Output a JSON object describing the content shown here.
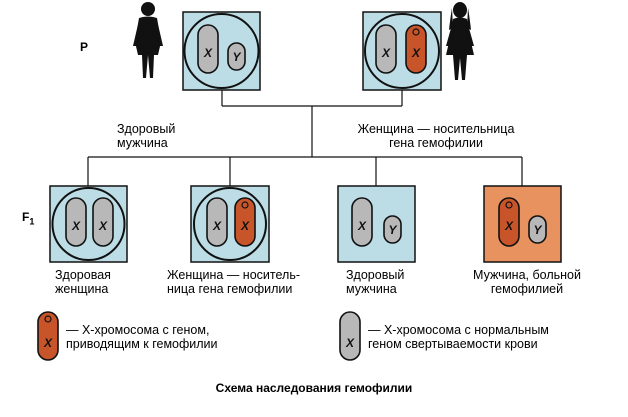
{
  "generation_labels": {
    "parents": "P",
    "offspring_letter": "F",
    "offspring_index": "1"
  },
  "chromosome_letters": {
    "x": "X",
    "y": "Y"
  },
  "parents": {
    "male": {
      "line1": "Здоровый",
      "line2": "мужчина"
    },
    "female": {
      "line1": "Женщина — носительница",
      "line2": "гена гемофилии"
    }
  },
  "offspring": [
    {
      "line1": "Здоровая",
      "line2": "женщина"
    },
    {
      "line1": "Женщина — носитель-",
      "line2": "ница гена гемофилии"
    },
    {
      "line1": "Здоровый",
      "line2": "мужчина"
    },
    {
      "line1": "Мужчина, больной",
      "line2": "гемофилией"
    }
  ],
  "legend": {
    "affected": {
      "line1": "— X-хромосома с геном,",
      "line2": "приводящим к гемофилии"
    },
    "normal": {
      "line1": "— X-хромосома с нормальным",
      "line2": "геном свертываемости крови"
    }
  },
  "caption": "Схема наследования гемофилии",
  "colors": {
    "affected_chromosome": "#c8552a",
    "normal_chromosome": "#b8b8b8",
    "cell_fill": "#bcdde6",
    "diseased_cell_fill": "#e7925f",
    "outline": "#111111"
  },
  "icons": {
    "male_parent": "man-silhouette-icon",
    "female_parent": "woman-silhouette-icon"
  }
}
